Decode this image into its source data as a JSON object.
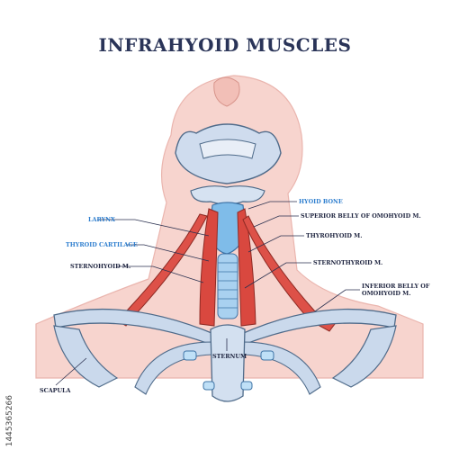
{
  "title": "INFRAHYOID MUSCLES",
  "labels": {
    "larynx": "LARYNX",
    "thyroid_cartilage": "THYROID CARTILAGE",
    "sternohyoid": "STERNOHYOID M.",
    "hyoid_bone": "HYOID BONE",
    "superior_belly_1": "SUPERIOR BELLY OF OMOHYOID M.",
    "thyrohyoid": "THYROHYOID M.",
    "sternothyroid": "STERNOTHYROID M.",
    "inferior_belly_1": "INFERIOR BELLY OF",
    "inferior_belly_2": "OMOHYOID M.",
    "sternum": "STERNUM",
    "scapula": "SCAPULA"
  },
  "watermark": "1445365266",
  "colors": {
    "title": "#2a3458",
    "skin": "#f6c9c3",
    "bone": "#c9d9ec",
    "bone_outline": "#4f6b8a",
    "muscle": "#d9483f",
    "cartilage": "#6fb3e6",
    "blue_label": "#2f7fcf"
  }
}
